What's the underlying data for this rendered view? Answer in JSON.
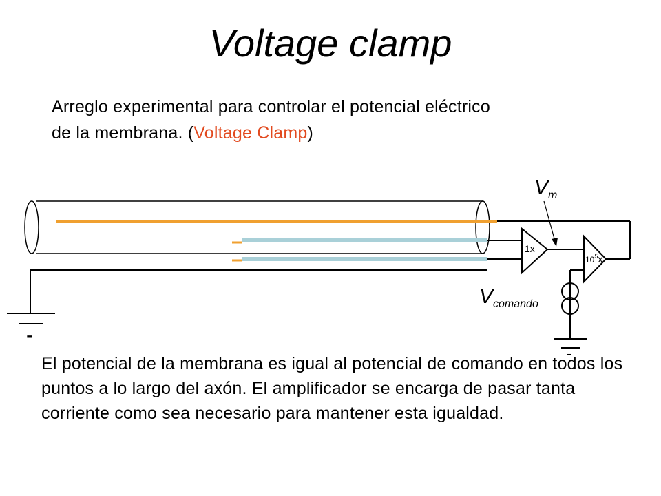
{
  "title": "Voltage clamp",
  "intro": {
    "line1": "Arreglo experimental para controlar el  potencial eléctrico",
    "line2_prefix": "de la membrana. (",
    "line2_highlight": "Voltage Clamp",
    "line2_suffix": ")"
  },
  "diagram": {
    "vm_label": "V",
    "vm_sub": "m",
    "amp1_label": "1x",
    "amp2_base": "10",
    "amp2_exp": "5",
    "amp2_suffix": "x",
    "vcom_label": "V",
    "vcom_sub": "comando",
    "ground_left_sign": "-",
    "ground_right_sign": "-"
  },
  "outro": {
    "text": "El potencial de la membrana es igual al potencial de comando en todos los puntos a lo largo del axón. El amplificador se encarga de pasar tanta corriente como sea necesario para mantener esta igualdad."
  },
  "colors": {
    "highlight": "#e24a1f",
    "wire_orange": "#f0a030",
    "wire_blue": "#a9d0d8"
  }
}
